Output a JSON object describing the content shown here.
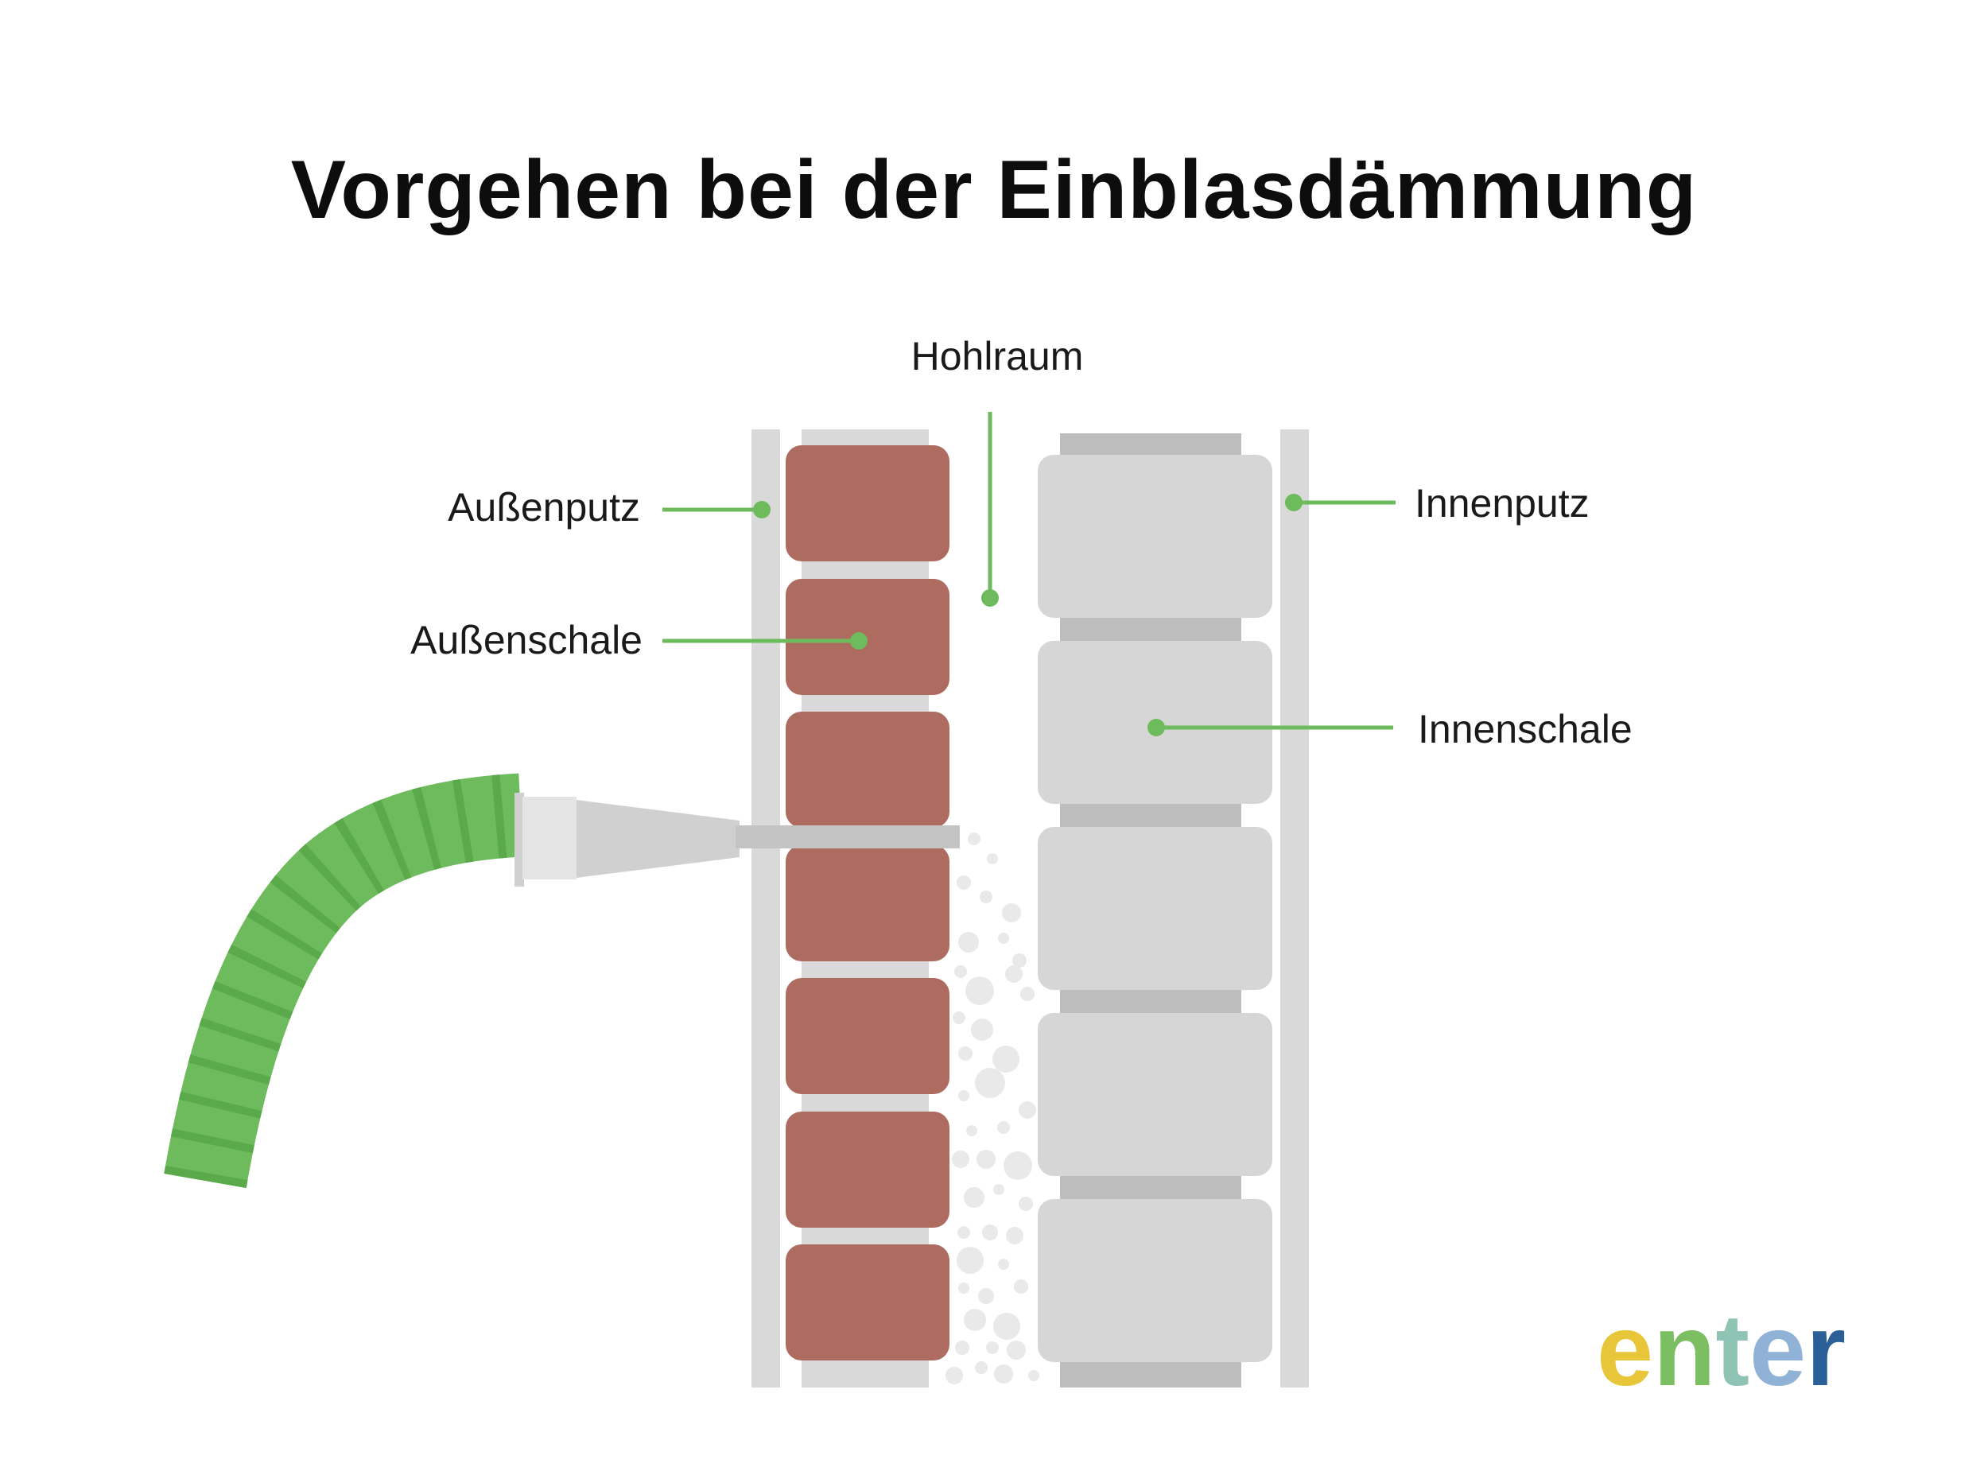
{
  "title": "Vorgehen bei der Einblasdämmung",
  "labels": {
    "hohlraum": "Hohlraum",
    "aussenputz": "Außenputz",
    "aussenschale": "Außenschale",
    "innenputz": "Innenputz",
    "innenschale": "Innenschale"
  },
  "logo": {
    "letters": [
      "e",
      "n",
      "t",
      "e",
      "r"
    ],
    "colors": [
      "#e8c63a",
      "#7cbf63",
      "#8fc3b3",
      "#8fb2d6",
      "#2a5f97"
    ]
  },
  "colors": {
    "brick": "#ad6c5f",
    "render": "#d9d9d9",
    "block": "#d6d6d6",
    "block_backing": "#bdbdbd",
    "leader": "#6dbb5c",
    "hose": "#6dbb5c",
    "hose_dark": "#5aa94b",
    "nozzle": "#d0d0d0",
    "insulation": "#e9e9e9"
  },
  "icons": {
    "hose": "insulation-hose-icon",
    "nozzle": "blowing-nozzle-icon"
  }
}
